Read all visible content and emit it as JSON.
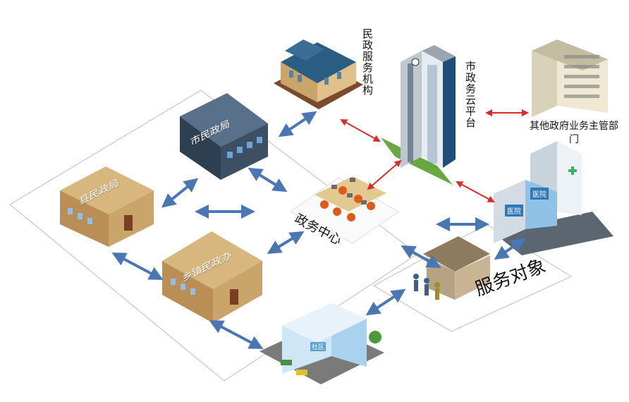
{
  "nodes": {
    "civil_service_org": "民政服务机构",
    "city_cloud": "市政务云平台",
    "other_depts": "其他政府业务主管部门",
    "city_bureau": "市民政局",
    "county_bureau": "县民政局",
    "township_office": "乡镇民政办",
    "gov_center": "政务中心",
    "hospital_a": "医院",
    "hospital_b": "医院",
    "service_objects": "服务对象",
    "community": "社区"
  },
  "colors": {
    "blue_arrow": "#4a76b3",
    "red_arrow": "#d92b2b",
    "tan_wall": "#c9a46b",
    "slate_wall": "#3d4f63"
  }
}
